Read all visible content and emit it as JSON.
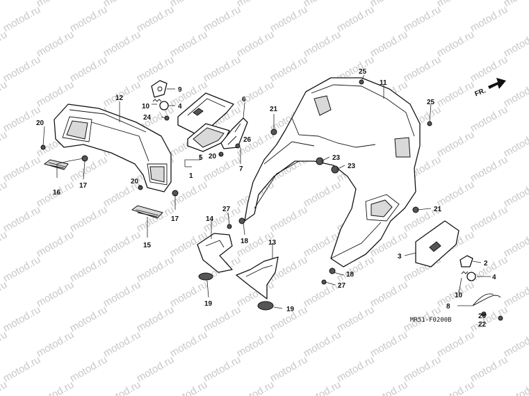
{
  "watermark": "motod.ru",
  "diagram_code": "MR51-F0200B",
  "direction": {
    "label": "FR."
  },
  "callouts": [
    {
      "id": "c1",
      "text": "1"
    },
    {
      "id": "c2",
      "text": "2"
    },
    {
      "id": "c3",
      "text": "3"
    },
    {
      "id": "c4a",
      "text": "4"
    },
    {
      "id": "c4b",
      "text": "4"
    },
    {
      "id": "c5",
      "text": "5"
    },
    {
      "id": "c6",
      "text": "6"
    },
    {
      "id": "c7",
      "text": "7"
    },
    {
      "id": "c8",
      "text": "8"
    },
    {
      "id": "c9",
      "text": "9"
    },
    {
      "id": "c10a",
      "text": "10"
    },
    {
      "id": "c10b",
      "text": "10"
    },
    {
      "id": "c11",
      "text": "11"
    },
    {
      "id": "c12",
      "text": "12"
    },
    {
      "id": "c13",
      "text": "13"
    },
    {
      "id": "c14",
      "text": "14"
    },
    {
      "id": "c15",
      "text": "15"
    },
    {
      "id": "c16",
      "text": "16"
    },
    {
      "id": "c17a",
      "text": "17"
    },
    {
      "id": "c17b",
      "text": "17"
    },
    {
      "id": "c18a",
      "text": "18"
    },
    {
      "id": "c18b",
      "text": "18"
    },
    {
      "id": "c19a",
      "text": "19"
    },
    {
      "id": "c19b",
      "text": "19"
    },
    {
      "id": "c20a",
      "text": "20"
    },
    {
      "id": "c20b",
      "text": "20"
    },
    {
      "id": "c20c",
      "text": "20"
    },
    {
      "id": "c20d",
      "text": "20"
    },
    {
      "id": "c21a",
      "text": "21"
    },
    {
      "id": "c21b",
      "text": "21"
    },
    {
      "id": "c22",
      "text": "22"
    },
    {
      "id": "c23a",
      "text": "23"
    },
    {
      "id": "c23b",
      "text": "23"
    },
    {
      "id": "c24",
      "text": "24"
    },
    {
      "id": "c25a",
      "text": "25"
    },
    {
      "id": "c25b",
      "text": "25"
    },
    {
      "id": "c26",
      "text": "26"
    },
    {
      "id": "c27a",
      "text": "27"
    },
    {
      "id": "c27b",
      "text": "27"
    }
  ]
}
